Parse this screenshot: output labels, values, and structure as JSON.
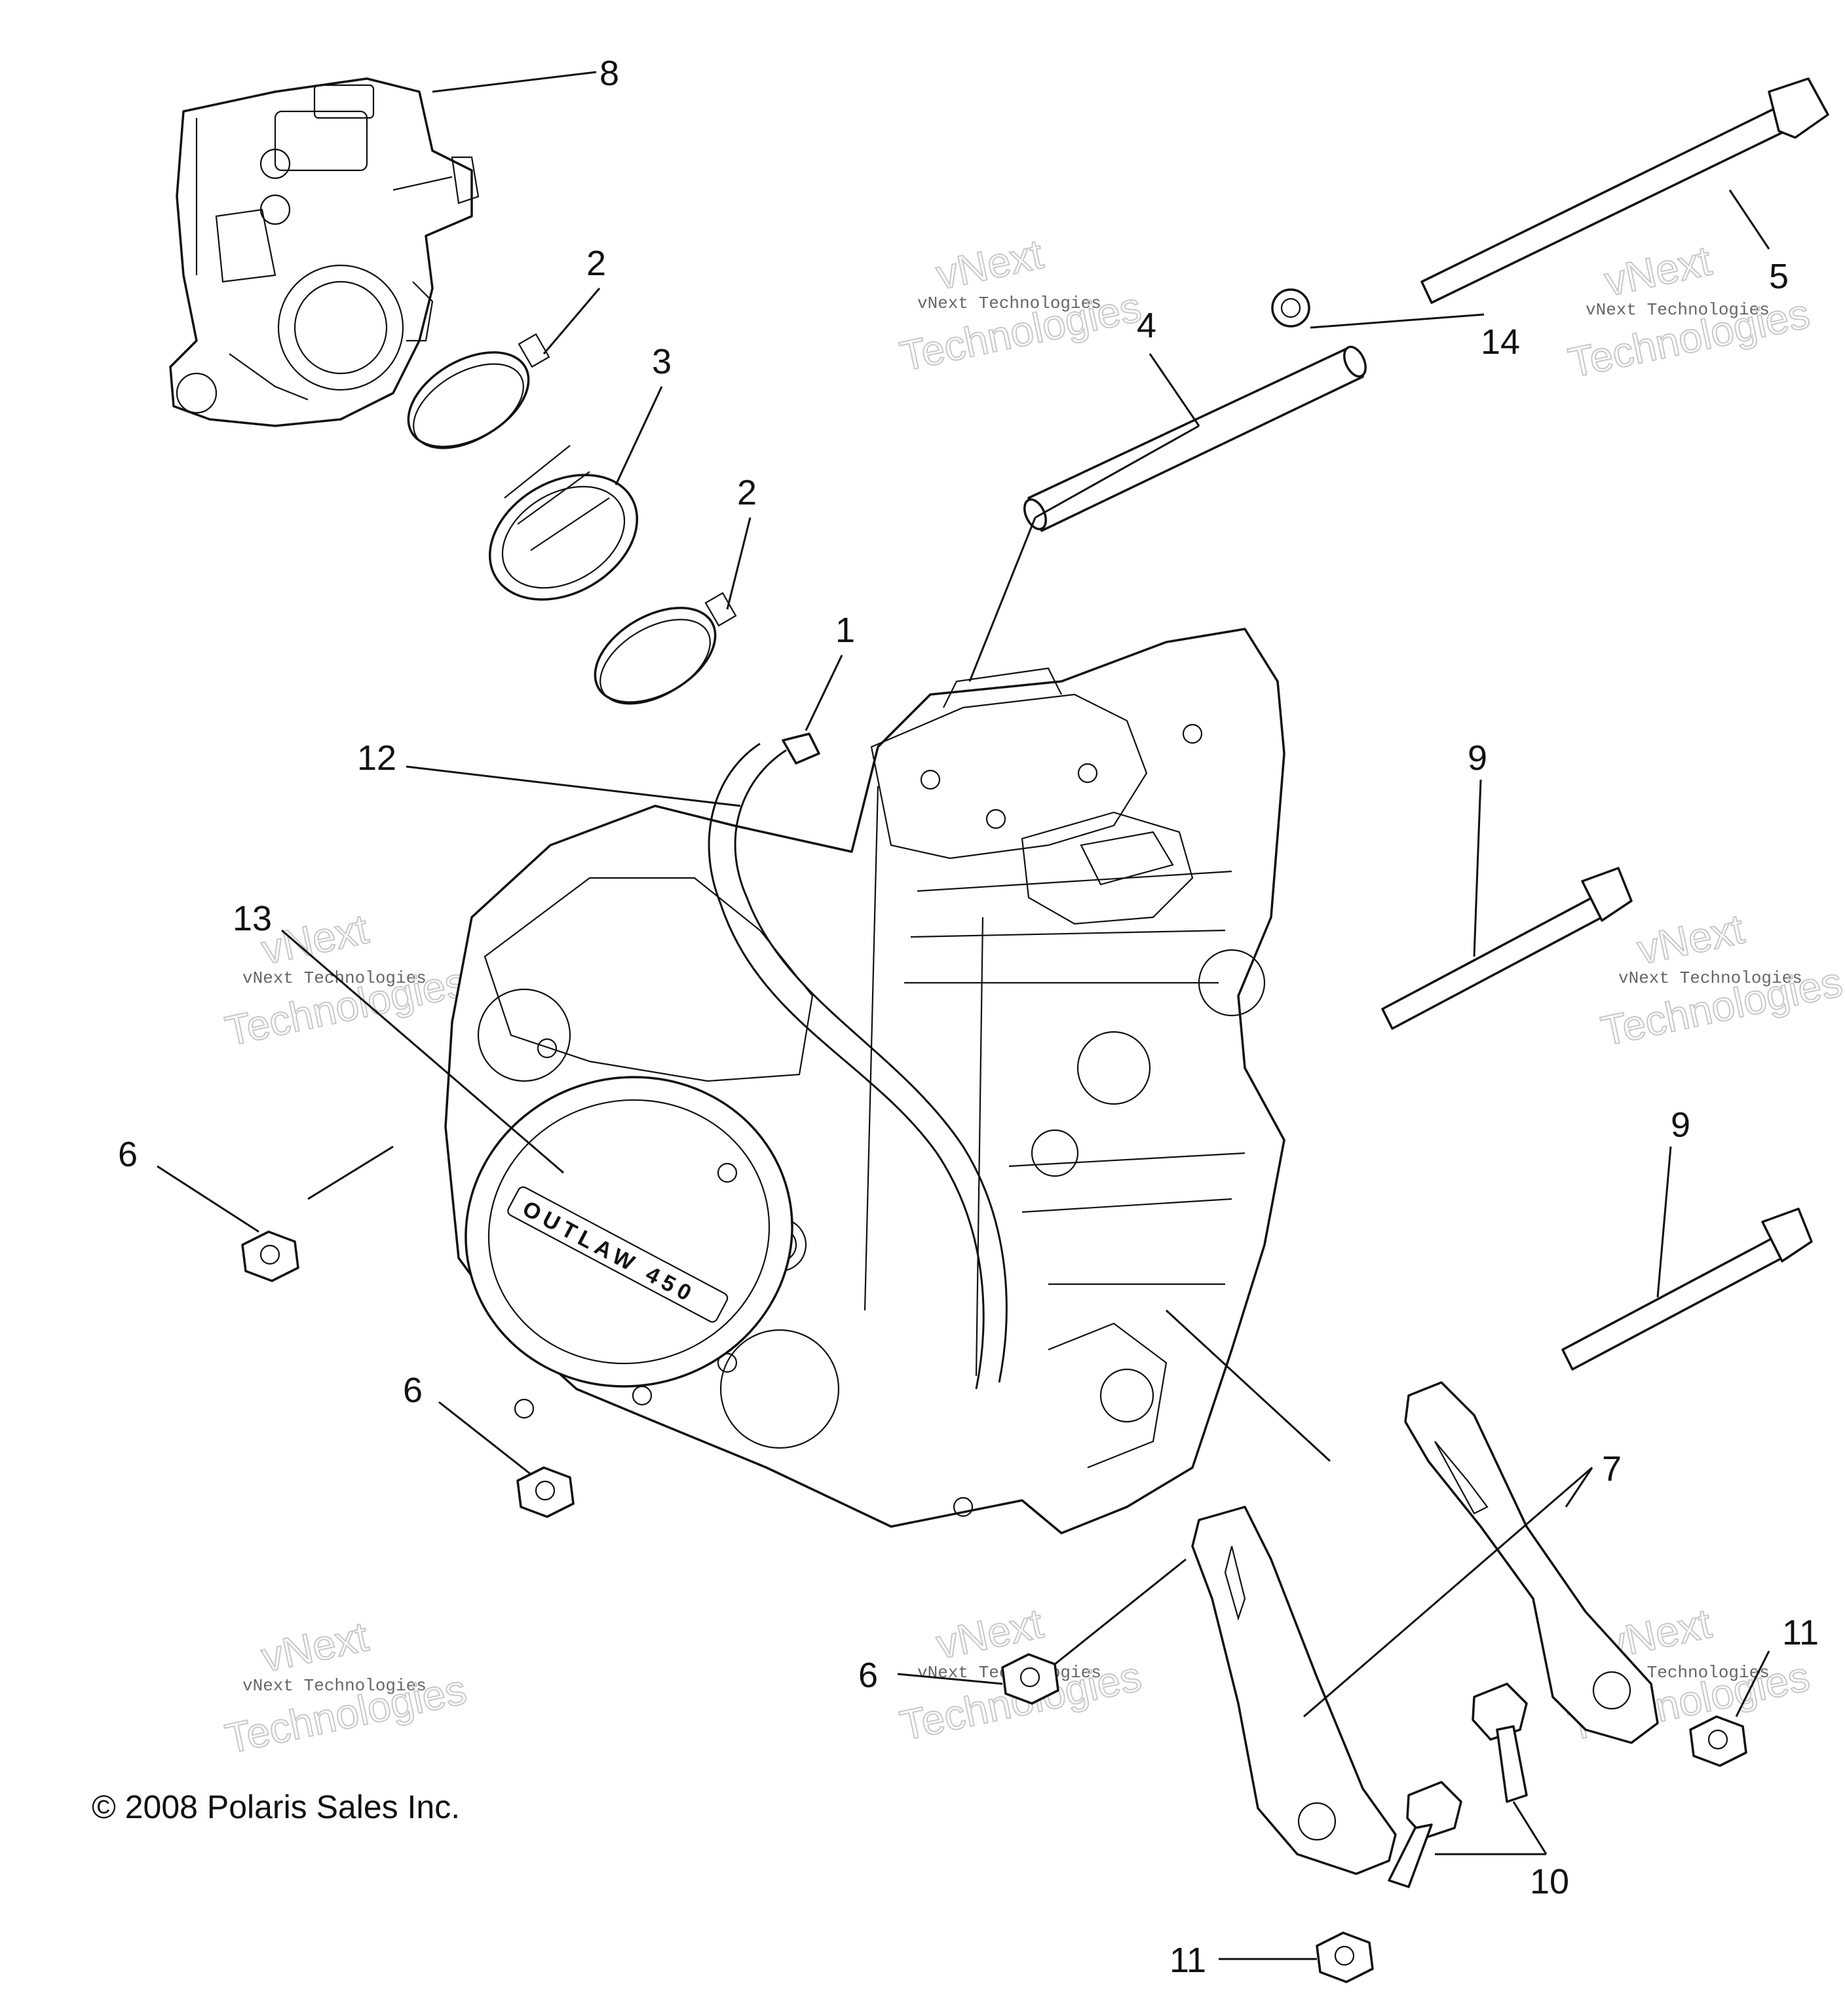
{
  "diagram": {
    "copyright": "© 2008 Polaris Sales Inc.",
    "watermark_line1": "vNext Technologies",
    "watermark_line2": "Technologies",
    "watermark_line0": "vNext",
    "callouts": {
      "c1": "1",
      "c2a": "2",
      "c2b": "2",
      "c3": "3",
      "c4": "4",
      "c5": "5",
      "c6a": "6",
      "c6b": "6",
      "c6c": "6",
      "c7": "7",
      "c8": "8",
      "c9a": "9",
      "c9b": "9",
      "c10": "10",
      "c11a": "11",
      "c11b": "11",
      "c12": "12",
      "c13": "13",
      "c14": "14"
    },
    "cover_text": "OUTLAW 450"
  }
}
